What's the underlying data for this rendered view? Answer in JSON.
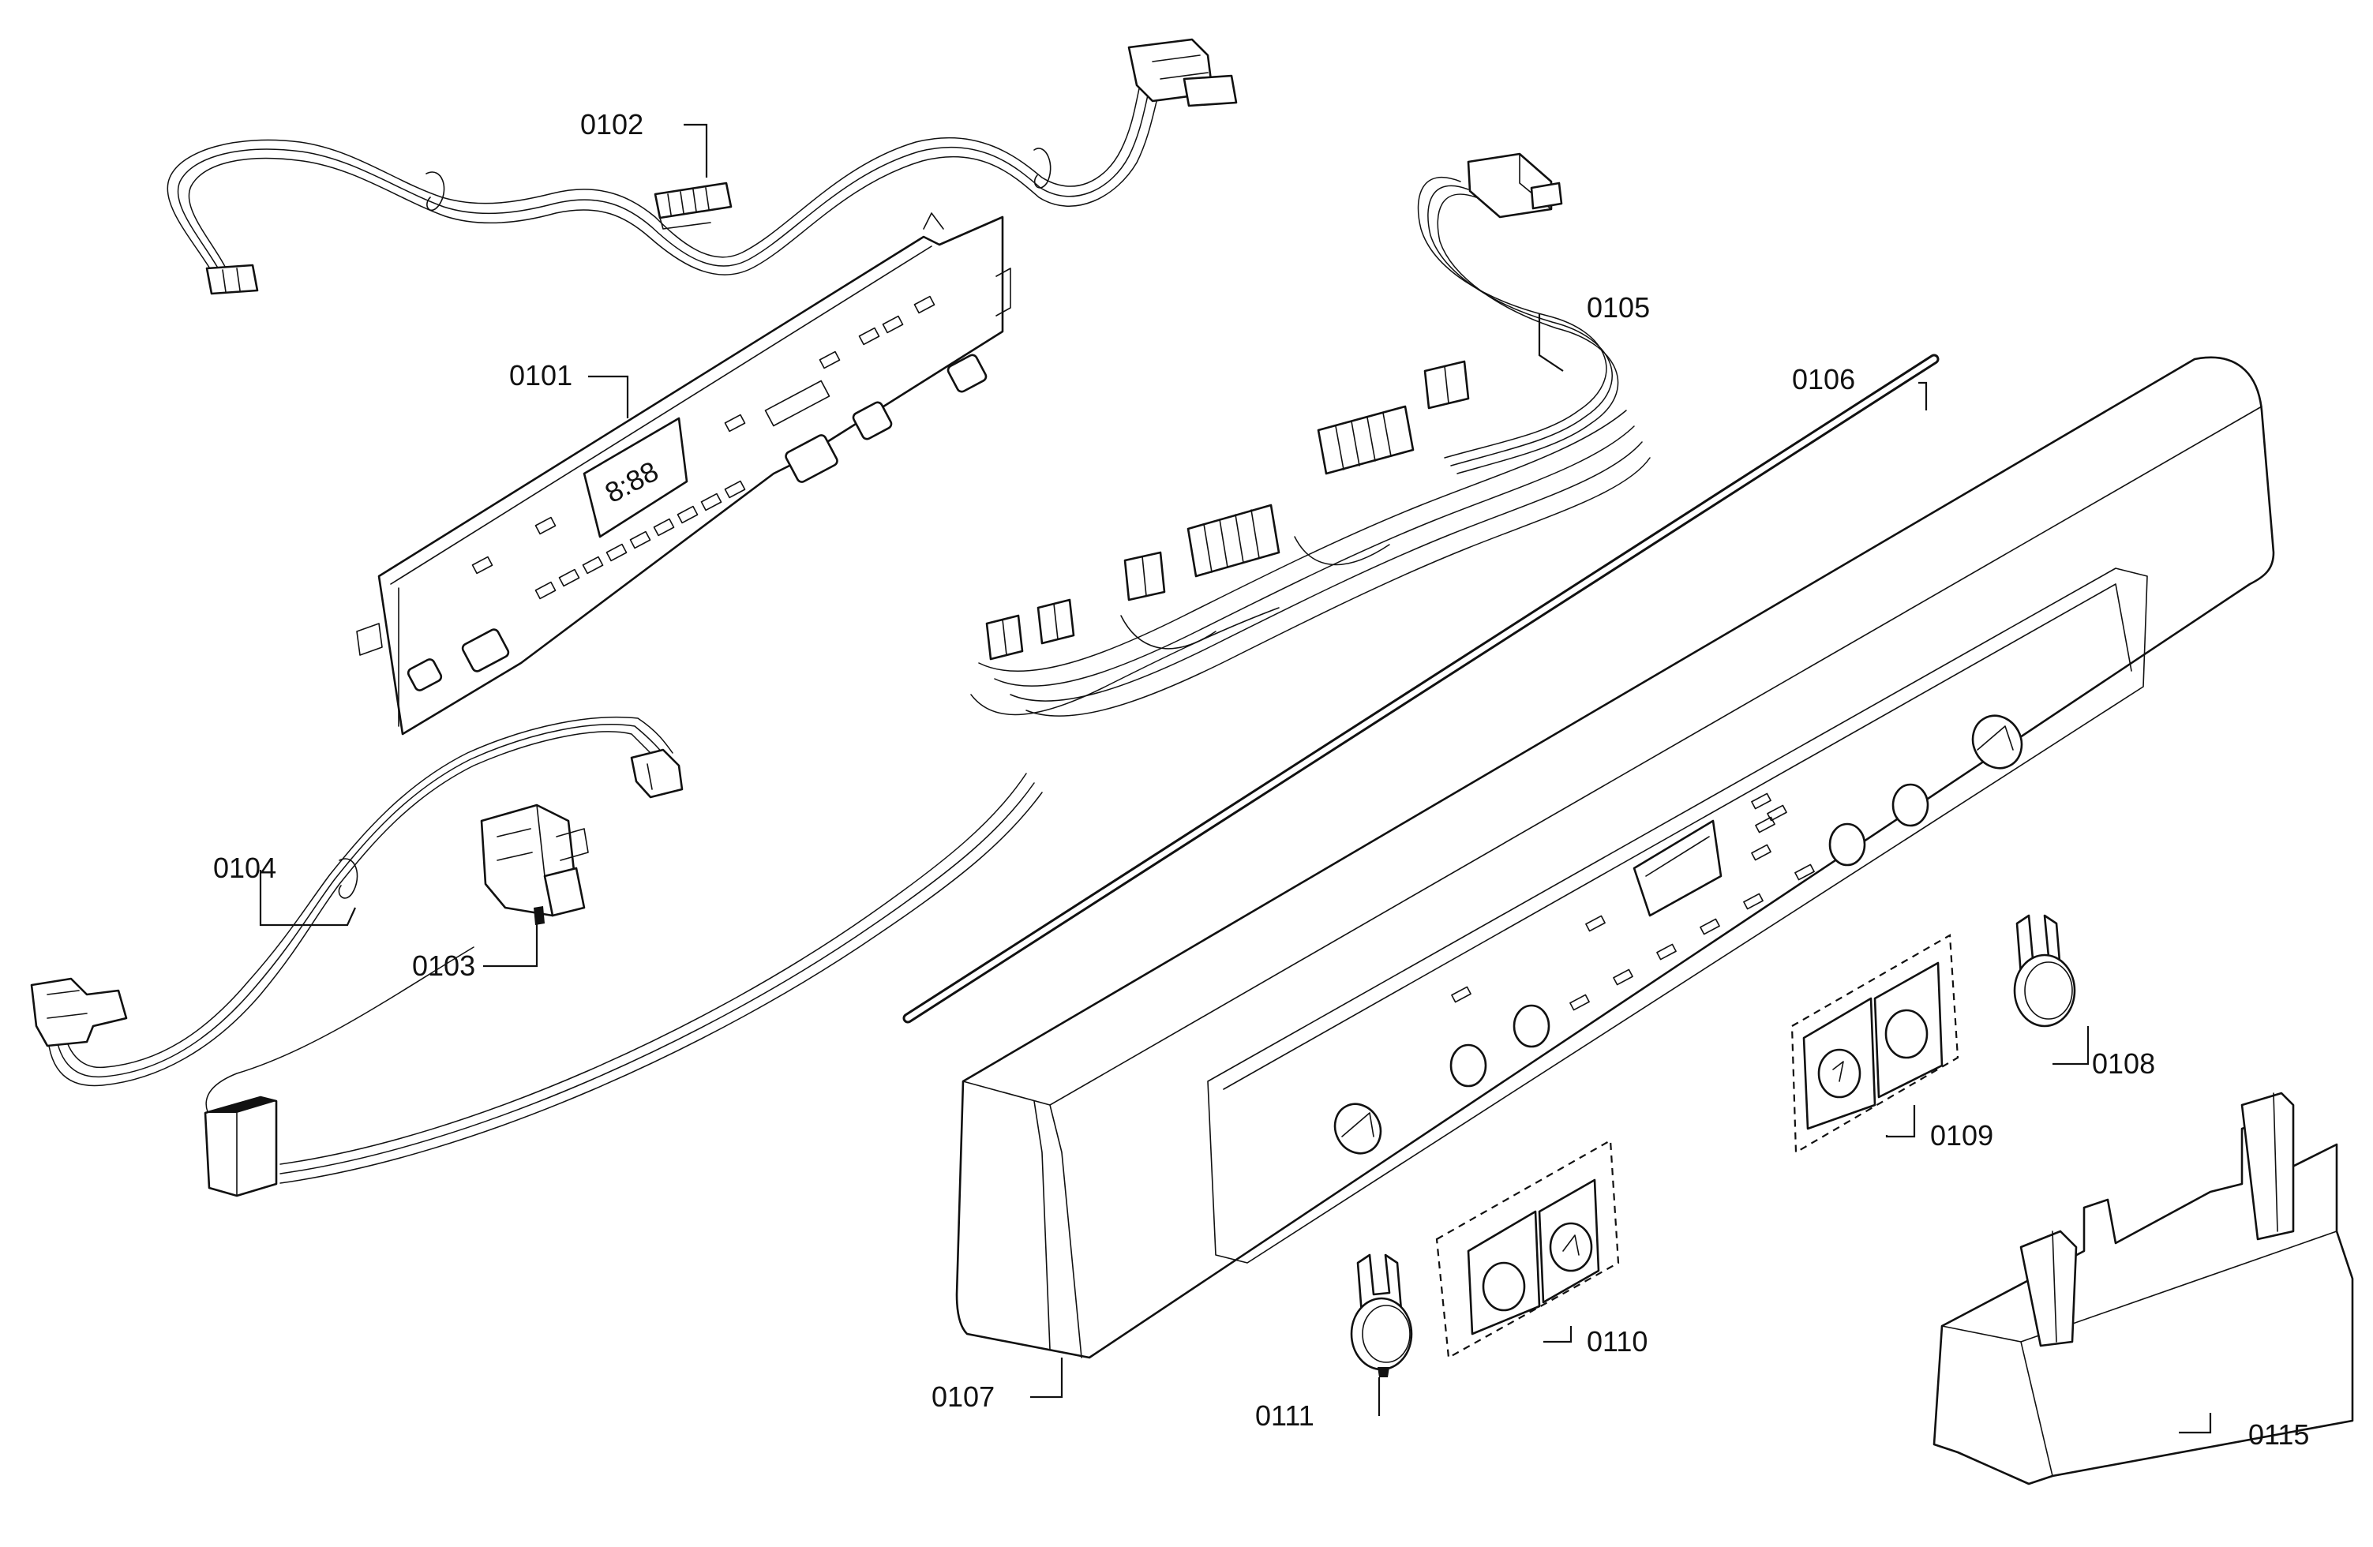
{
  "labels": {
    "p0101": "0101",
    "p0102": "0102",
    "p0103": "0103",
    "p0104": "0104",
    "p0105": "0105",
    "p0106": "0106",
    "p0107": "0107",
    "p0108": "0108",
    "p0109": "0109",
    "p0110": "0110",
    "p0111": "0111",
    "p0115": "0115"
  },
  "display_readout": "8:88"
}
